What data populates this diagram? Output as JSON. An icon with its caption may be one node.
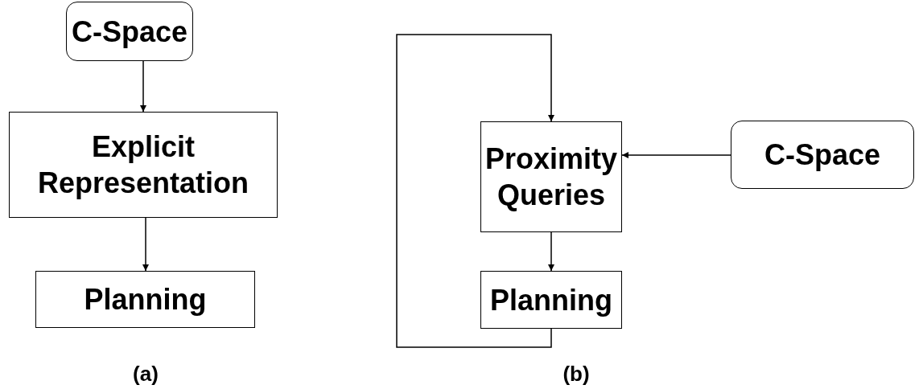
{
  "diagram": {
    "nodes": [
      {
        "text": [
          "C-Space"
        ]
      },
      {
        "text": [
          "Explicit Representation"
        ]
      },
      {
        "text": [
          "Planning"
        ]
      },
      {
        "text": [
          "Proximity Queries"
        ]
      },
      {
        "text": [
          "C-Space"
        ]
      },
      {
        "text": [
          "Planning"
        ]
      }
    ],
    "edges": [
      {
        "from": 0,
        "to": 1,
        "arrow": "to"
      },
      {
        "from": 1,
        "to": 2,
        "arrow": "to"
      },
      {
        "from": 4,
        "to": 3,
        "arrow": "to"
      },
      {
        "from": 3,
        "to": 5,
        "arrow": "to"
      },
      {
        "from": 5,
        "to": 3,
        "arrow": "to"
      }
    ],
    "labels": [
      "(a)",
      "(b)"
    ]
  }
}
